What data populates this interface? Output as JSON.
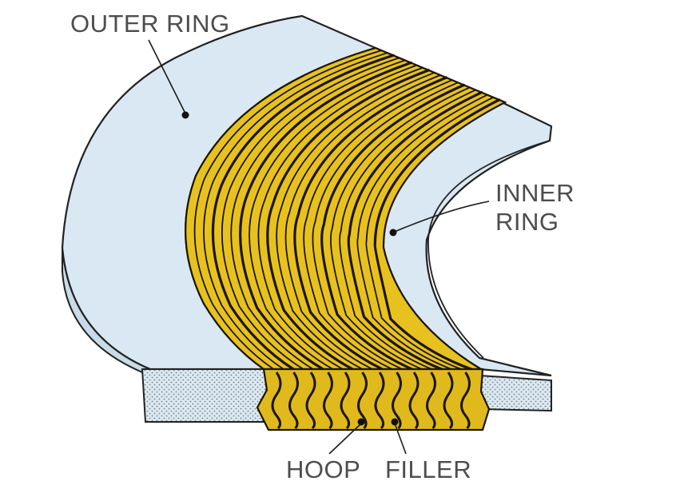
{
  "labels": {
    "outer_ring": "OUTER RING",
    "inner_ring_line1": "INNER",
    "inner_ring_line2": "RING",
    "hoop": "HOOP",
    "filler": "FILLER"
  },
  "colors": {
    "ring_face": "#d9e8f2",
    "ring_outline": "#222222",
    "winding_gold": "#e7c21f",
    "winding_dark": "#1c1505",
    "section_hatch": "#c9d9e4"
  }
}
